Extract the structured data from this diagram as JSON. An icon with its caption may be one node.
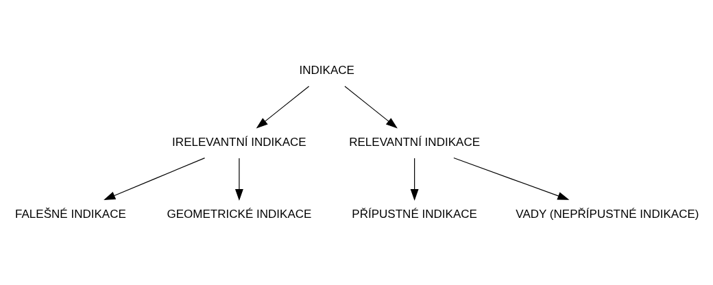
{
  "diagram": {
    "nodes": [
      {
        "text": [
          "INDIKACE"
        ]
      },
      {
        "text": [
          "IRELEVANTNÍ INDIKACE"
        ]
      },
      {
        "text": [
          "RELEVANTNÍ INDIKACE"
        ]
      },
      {
        "text": [
          "FALEŠNÉ INDIKACE"
        ]
      },
      {
        "text": [
          "GEOMETRICKÉ INDIKACE"
        ]
      },
      {
        "text": [
          "PŘÍPUSTNÉ INDIKACE"
        ]
      },
      {
        "text": [
          "VADY (NEPŘÍPUSTNÉ INDIKACE)"
        ]
      }
    ],
    "edges": [
      {
        "from": 0,
        "to": 1,
        "arrow": "to"
      },
      {
        "from": 0,
        "to": 2,
        "arrow": "to"
      },
      {
        "from": 1,
        "to": 3,
        "arrow": "to"
      },
      {
        "from": 1,
        "to": 4,
        "arrow": "to"
      },
      {
        "from": 2,
        "to": 5,
        "arrow": "to"
      },
      {
        "from": 2,
        "to": 6,
        "arrow": "to"
      }
    ]
  }
}
